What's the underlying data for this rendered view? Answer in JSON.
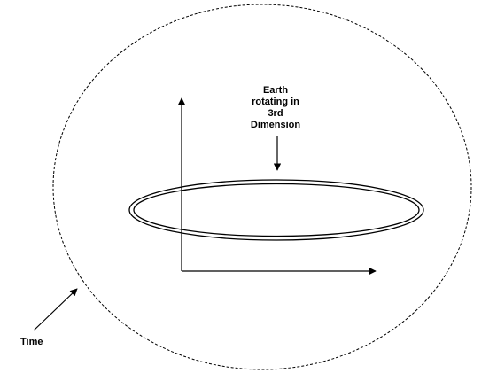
{
  "labels": {
    "earth": [
      "Earth",
      "rotating in",
      "3rd",
      "Dimension"
    ],
    "time": "Time"
  },
  "colors": {
    "stroke": "#000000",
    "background": "#ffffff"
  }
}
